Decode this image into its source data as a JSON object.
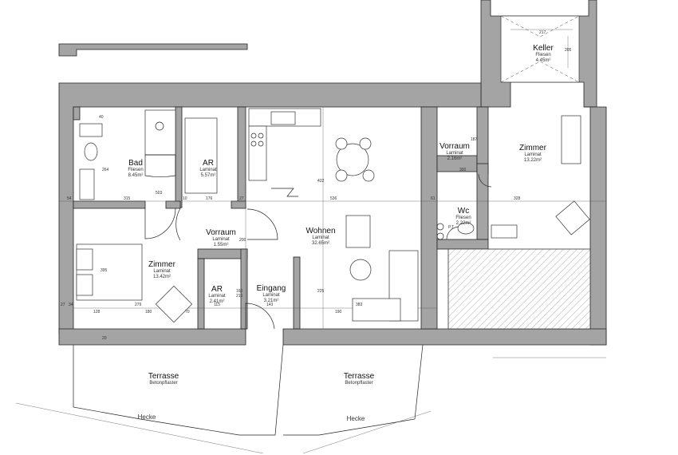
{
  "rooms": {
    "bad": {
      "name": "Bad",
      "floor": "Fliesen",
      "area": "8.45m²"
    },
    "ar1": {
      "name": "AR",
      "floor": "Laminat",
      "area": "5.57m²"
    },
    "vorraum_left": {
      "name": "Vorraum",
      "floor": "Laminat",
      "area": "1.55m²"
    },
    "zimmer_left": {
      "name": "Zimmer",
      "floor": "Laminat",
      "area": "13.42m²"
    },
    "ar2": {
      "name": "AR",
      "floor": "Laminat",
      "area": "2.41m²"
    },
    "eingang": {
      "name": "Eingang",
      "floor": "Laminat",
      "area": "3.21m²"
    },
    "wohnen": {
      "name": "Wohnen",
      "floor": "Laminat",
      "area": "32.65m²"
    },
    "vorraum_right": {
      "name": "Vorraum",
      "floor": "Laminat",
      "area": "2.16m²"
    },
    "zimmer_right": {
      "name": "Zimmer",
      "floor": "Laminat",
      "area": "13.22m²"
    },
    "wc": {
      "name": "Wc",
      "floor": "Fliesen",
      "area": "2.22m²"
    },
    "keller": {
      "name": "Keller",
      "floor": "Fliesen",
      "area": "4.45m²"
    }
  },
  "outdoor": {
    "terrasse_left": {
      "name": "Terrasse",
      "floor": "Betonpflaster"
    },
    "terrasse_right": {
      "name": "Terrasse",
      "floor": "Betonpflaster"
    },
    "hecke_left": "Hecke",
    "hecke_right": "Hecke"
  },
  "dimensions": {
    "d315": "315",
    "d503": "503",
    "d10": "10",
    "d176": "176",
    "d27a": "27",
    "d536": "536",
    "d61": "61",
    "d328": "328",
    "d54": "54",
    "d128": "128",
    "d180": "180",
    "d279": "279",
    "d70": "70",
    "d115": "115",
    "d143": "143",
    "d190": "190",
    "d383": "383",
    "d217": "217",
    "d205": "205",
    "d264": "264",
    "d422": "422",
    "d395": "395",
    "d225": "225",
    "d160": "160",
    "d210": "210",
    "d200": "200",
    "d300": "300",
    "d187": "187",
    "d40": "40",
    "d34": "34",
    "d20": "20",
    "d27b": "27"
  },
  "labels": {
    "pt": "P.T."
  }
}
